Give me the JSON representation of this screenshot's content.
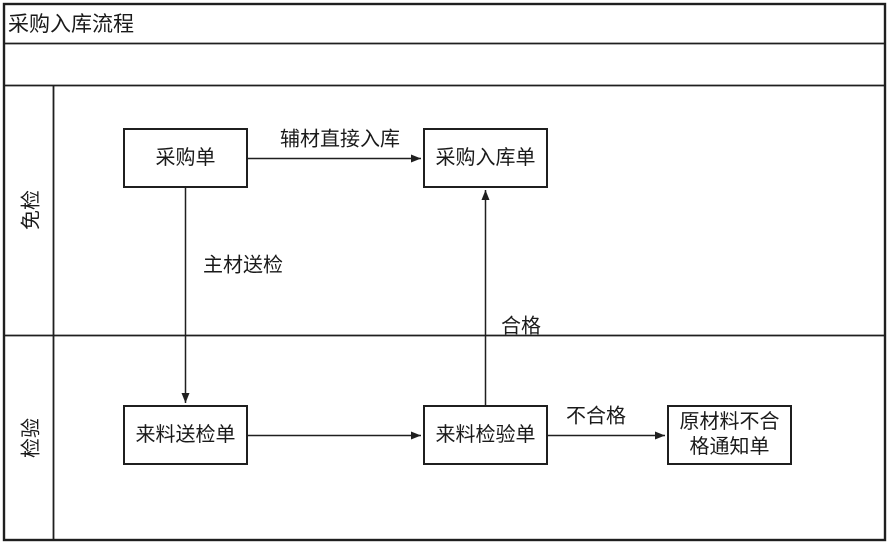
{
  "title": "采购入库流程",
  "colors": {
    "line": "#1f1f1f",
    "background": "#ffffff",
    "text": "#1a1a1a"
  },
  "lanes": [
    {
      "label": "免检"
    },
    {
      "label": "检验"
    }
  ],
  "nodes": {
    "purchase_order": {
      "label": "采购单"
    },
    "purchase_inbound_order": {
      "label": "采购入库单"
    },
    "incoming_inspection_request": {
      "label": "来料送检单"
    },
    "incoming_inspection_sheet": {
      "label": "来料检验单"
    },
    "raw_material_unqualified_notice": {
      "label": "原材料不合格通知单"
    }
  },
  "edge_labels": {
    "aux_direct_inbound": "辅材直接入库",
    "main_material_inspection": "主材送检",
    "qualified": "合格",
    "unqualified": "不合格"
  }
}
